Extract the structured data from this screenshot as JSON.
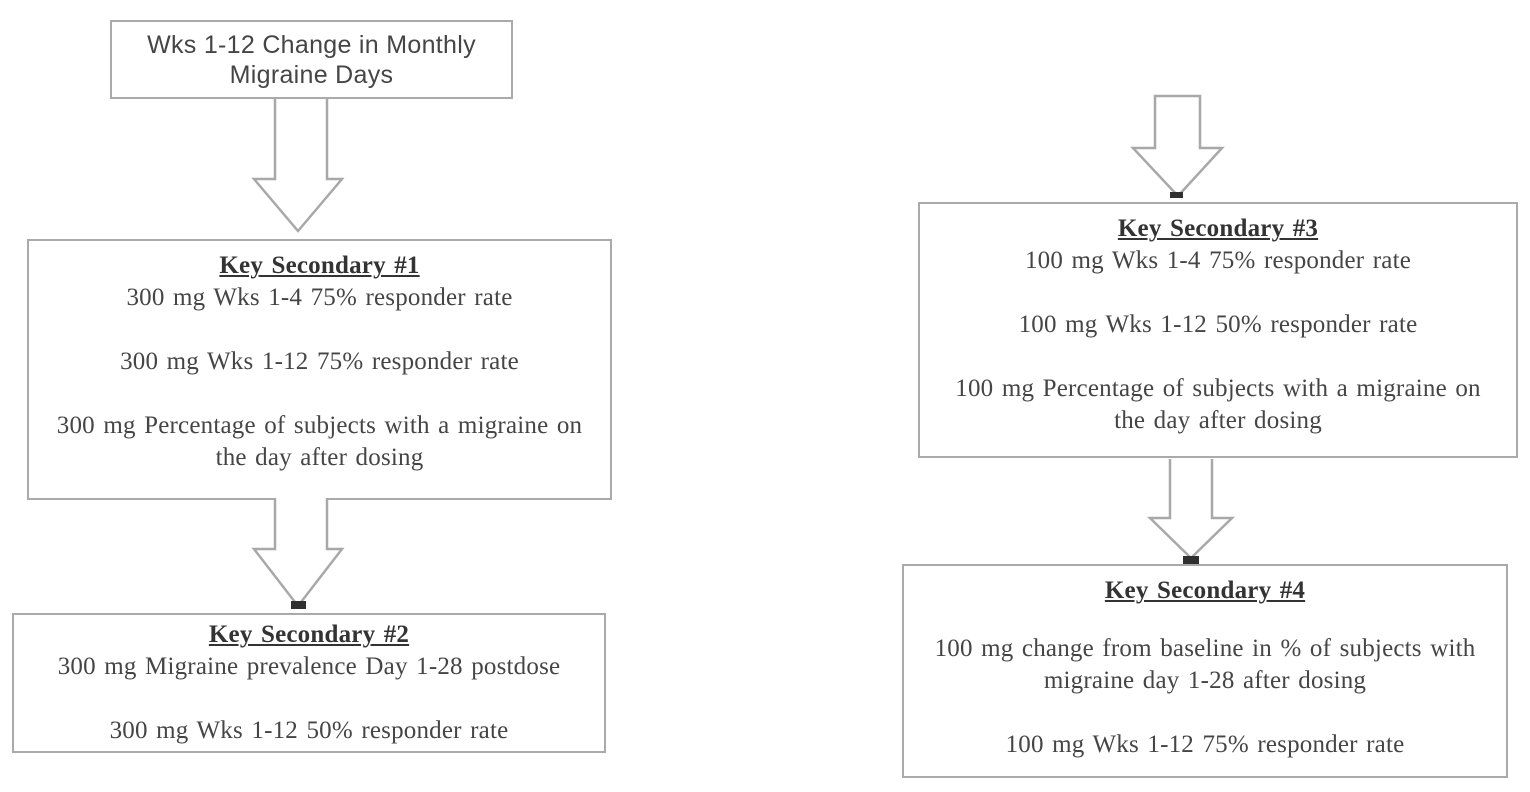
{
  "colors": {
    "bg": "#ffffff",
    "border": "#aaaaaa",
    "text": "#454545",
    "title": "#333333",
    "arrow": "#a8a8a8",
    "tip": "#2f2f2f"
  },
  "primary_box": {
    "line1": "Wks 1-12 Change in Monthly",
    "line2": "Migraine Days"
  },
  "key_secondary_1": {
    "title": "Key Secondary #1",
    "item1": "300 mg Wks 1-4 75% responder rate",
    "item2": "300 mg Wks 1-12 75% responder rate",
    "item3_line1": "300 mg Percentage of subjects with a migraine on",
    "item3_line2": "the day after dosing"
  },
  "key_secondary_2": {
    "title": "Key Secondary #2",
    "item1": "300 mg Migraine prevalence Day 1-28 postdose",
    "item2": "300 mg Wks 1-12 50% responder rate"
  },
  "key_secondary_3": {
    "title": "Key Secondary #3",
    "item1": "100 mg Wks 1-4 75% responder rate",
    "item2": "100 mg Wks 1-12 50% responder rate",
    "item3_line1": "100 mg Percentage of subjects with a migraine on",
    "item3_line2": "the day after dosing"
  },
  "key_secondary_4": {
    "title": "Key Secondary #4",
    "item1_line1": "100 mg change from baseline in % of subjects with",
    "item1_line2": "migraine day 1-28 after dosing",
    "item2": "100 mg Wks 1-12 75% responder rate"
  }
}
